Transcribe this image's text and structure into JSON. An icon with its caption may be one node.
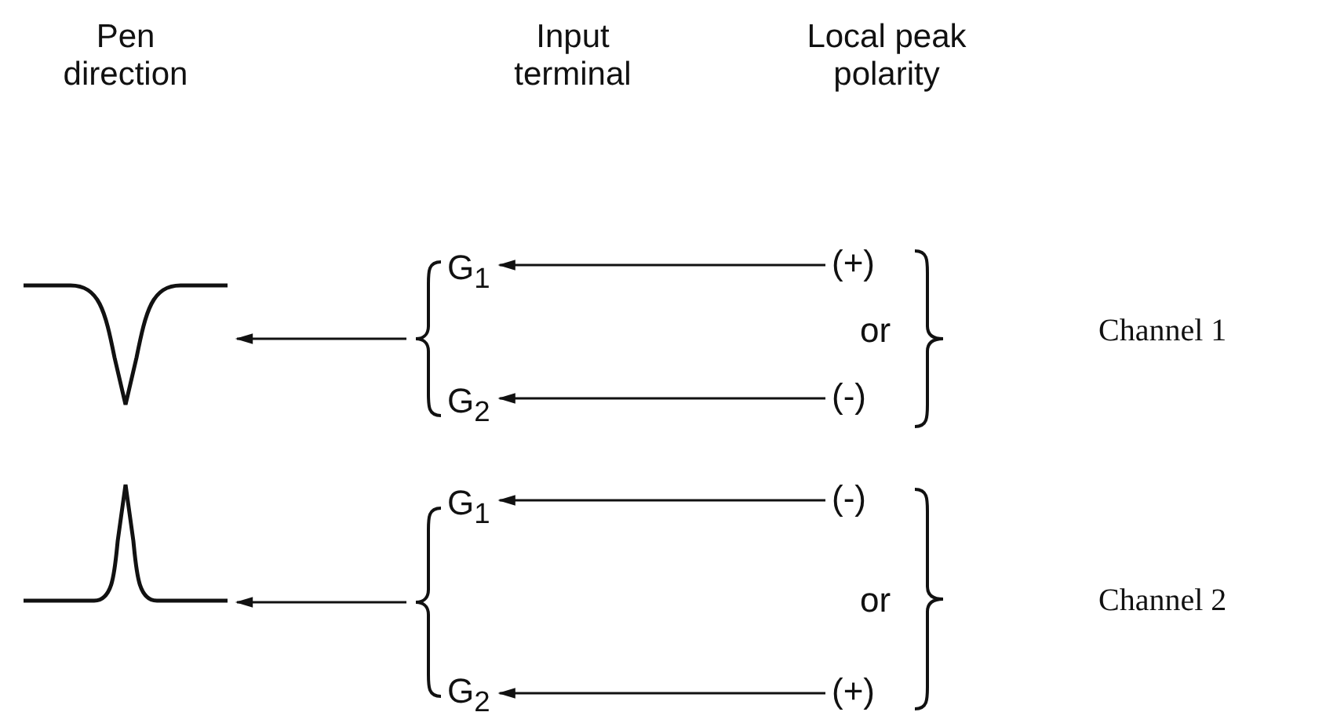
{
  "diagram": {
    "nodes": [
      {
        "text": [],
        "shape": "curve"
      },
      {
        "text": [],
        "shape": "brace"
      },
      {
        "text": [
          "G$_{1}$"
        ]
      },
      {
        "text": [
          "(+)"
        ]
      },
      {
        "text": [
          "G$_{2}$"
        ]
      },
      {
        "text": [
          "(-)"
        ]
      },
      {
        "text": [],
        "shape": "curve"
      },
      {
        "text": [],
        "shape": "brace"
      },
      {
        "text": [
          "G$_{1}$"
        ]
      },
      {
        "text": [
          "(-)"
        ]
      },
      {
        "text": [
          "G$_{2}$"
        ]
      },
      {
        "text": [
          "(+)"
        ]
      }
    ],
    "edges": [
      {
        "from": 1,
        "to": 0,
        "arrow": "to"
      },
      {
        "from": 3,
        "to": 2,
        "arrow": "to"
      },
      {
        "from": 5,
        "to": 4,
        "arrow": "to"
      },
      {
        "from": 7,
        "to": 6,
        "arrow": "to"
      },
      {
        "from": 9,
        "to": 8,
        "arrow": "to"
      },
      {
        "from": 11,
        "to": 10,
        "arrow": "to"
      }
    ],
    "labels": [
      "Pen direction",
      "Input terminal",
      "Local peak polarity",
      "or",
      "Channel 1",
      "or",
      "Channel 2"
    ]
  }
}
